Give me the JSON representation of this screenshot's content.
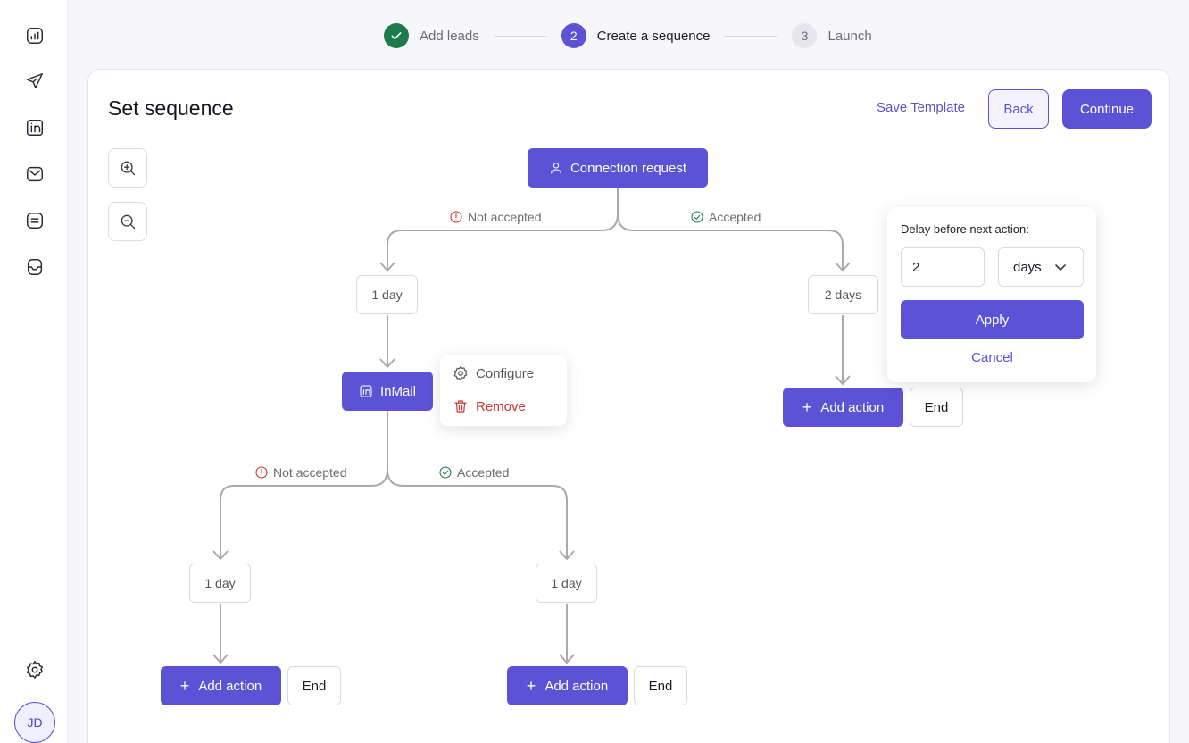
{
  "stepper": {
    "steps": [
      {
        "number": "",
        "label": "Add leads",
        "state": "done"
      },
      {
        "number": "2",
        "label": "Create a sequence",
        "state": "active"
      },
      {
        "number": "3",
        "label": "Launch",
        "state": "pending"
      }
    ]
  },
  "header": {
    "title": "Set sequence",
    "save_template": "Save Template",
    "back": "Back",
    "continue": "Continue"
  },
  "sidebar": {
    "items": [
      {
        "icon": "analytics-icon"
      },
      {
        "icon": "send-icon"
      },
      {
        "icon": "linkedin-icon"
      },
      {
        "icon": "mail-icon"
      },
      {
        "icon": "message-icon"
      },
      {
        "icon": "inbox-icon"
      }
    ],
    "settings_icon": "gear-icon",
    "avatar_initials": "JD"
  },
  "flow": {
    "root": {
      "label": "Connection request",
      "icon": "user-icon"
    },
    "branch_labels": {
      "not_accepted": "Not accepted",
      "accepted": "Accepted"
    },
    "delays": {
      "root_left": "1 day",
      "root_right": "2 days",
      "inmail_left": "1 day",
      "inmail_right": "1 day"
    },
    "inmail": {
      "label": "InMail",
      "icon": "linkedin-icon"
    },
    "add_action": "Add action",
    "end": "End"
  },
  "context_menu": {
    "configure": "Configure",
    "remove": "Remove"
  },
  "delay_popover": {
    "title": "Delay before next action:",
    "value": "2",
    "unit": "days",
    "apply": "Apply",
    "cancel": "Cancel"
  },
  "colors": {
    "primary": "#5b52d6",
    "success": "#1d7a4c",
    "danger": "#d32f2f"
  }
}
